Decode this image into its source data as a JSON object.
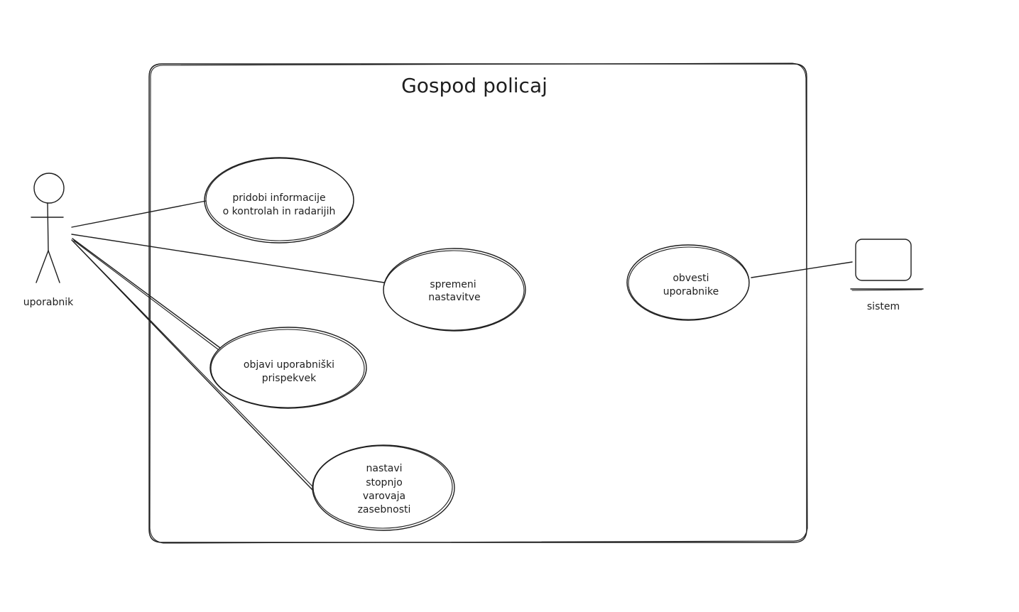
{
  "system_boundary": {
    "title": "Gospod policaj"
  },
  "actors": {
    "user": {
      "label": "uporabnik"
    },
    "system": {
      "label": "sistem"
    }
  },
  "use_cases": {
    "get_info": {
      "lines": [
        "pridobi informacije",
        "o kontrolah in radarijih"
      ]
    },
    "change_settings": {
      "lines": [
        "spremeni",
        "nastavitve"
      ]
    },
    "post": {
      "lines": [
        "objavi uporabniški",
        "prispekvek"
      ]
    },
    "privacy": {
      "lines": [
        "nastavi",
        "stopnjo",
        "varovaja",
        "zasebnosti"
      ]
    },
    "notify": {
      "lines": [
        "obvesti",
        "uporabnike"
      ]
    }
  }
}
